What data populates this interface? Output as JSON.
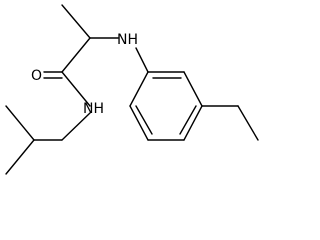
{
  "molecule": {
    "atoms": {
      "amine_nh": "NH",
      "carbonyl_o": "O",
      "amide_nh": "NH"
    }
  },
  "colors": {
    "bond": "#000000",
    "background": "#ffffff"
  }
}
